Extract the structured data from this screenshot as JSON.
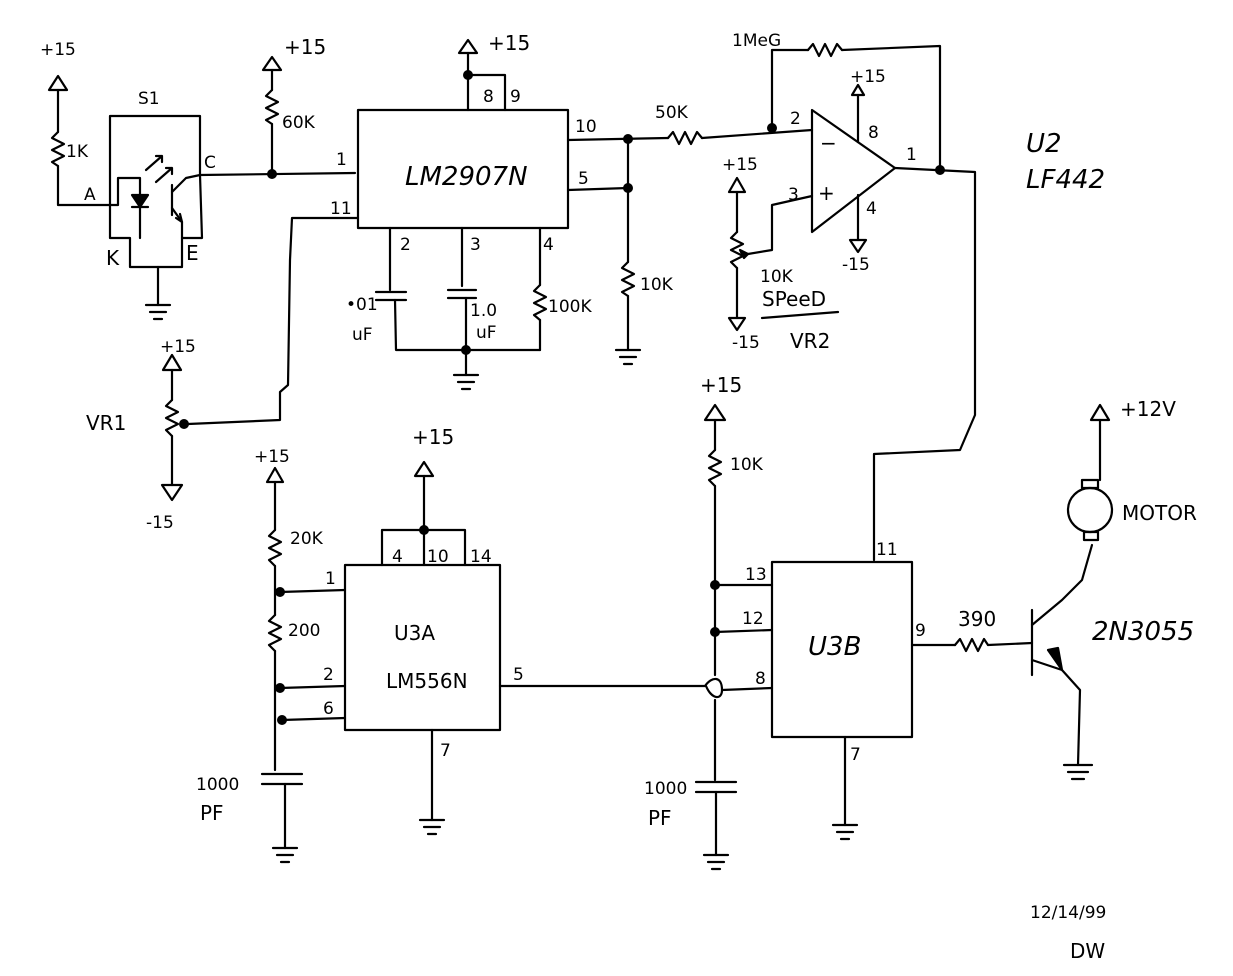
{
  "labels": {
    "p15_1": "+15",
    "s1": "S1",
    "r1k": "1K",
    "pin_a": "A",
    "pin_c": "C",
    "pin_k": "K",
    "pin_e": "E",
    "p15_2": "+15",
    "r60k": "60K",
    "p15_3": "+15",
    "lm2907": "LM2907N",
    "lm_p1": "1",
    "lm_p11": "11",
    "lm_p8": "8",
    "lm_p9": "9",
    "lm_p10": "10",
    "lm_p5": "5",
    "lm_p2": "2",
    "lm_p3": "3",
    "lm_p4": "4",
    "c01a": "•01",
    "c01b": "uF",
    "c10a": "1.0",
    "c10b": "uF",
    "r100k": "100K",
    "r50k": "50K",
    "r10k_a": "10K",
    "rmeg": "1MeG",
    "op_p2": "2",
    "op_p3": "3",
    "op_p1": "1",
    "op_p8": "8",
    "op_p4": "4",
    "op_p15": "+15",
    "op_m15": "-15",
    "minus": "−",
    "plus": "+",
    "vr2_p15": "+15",
    "vr2_r": "10K",
    "speed": "SPeeD",
    "vr2_m15": "-15",
    "vr2": "VR2",
    "u2a": "U2",
    "u2b": "LF442",
    "vr1_p15": "+15",
    "vr1": "VR1",
    "vr1_m15": "-15",
    "u3a_p15": "+15",
    "r20k": "20K",
    "r200": "200",
    "u3a_pin1": "1",
    "u3a_pin2": "2",
    "u3a_pin6": "6",
    "u3a_pin4": "4",
    "u3a_pin10": "10",
    "u3a_pin14": "14",
    "u3a_pin5": "5",
    "u3a_pin7": "7",
    "u3a_top15": "+15",
    "u3a_n1": "U3A",
    "u3a_n2": "LM556N",
    "c1000a1": "1000",
    "c1000a2": "PF",
    "u3b_p15": "+15",
    "r10k_b": "10K",
    "u3b_pin13": "13",
    "u3b_pin12": "12",
    "u3b_pin8": "8",
    "u3b_pin11": "11",
    "u3b_pin9": "9",
    "u3b_pin7": "7",
    "u3b": "U3B",
    "c1000b1": "1000",
    "c1000b2": "PF",
    "r390": "390",
    "trans": "2N3055",
    "p12v": "+12V",
    "motor": "MOTOR",
    "date": "12/14/99",
    "initials": "DW"
  }
}
